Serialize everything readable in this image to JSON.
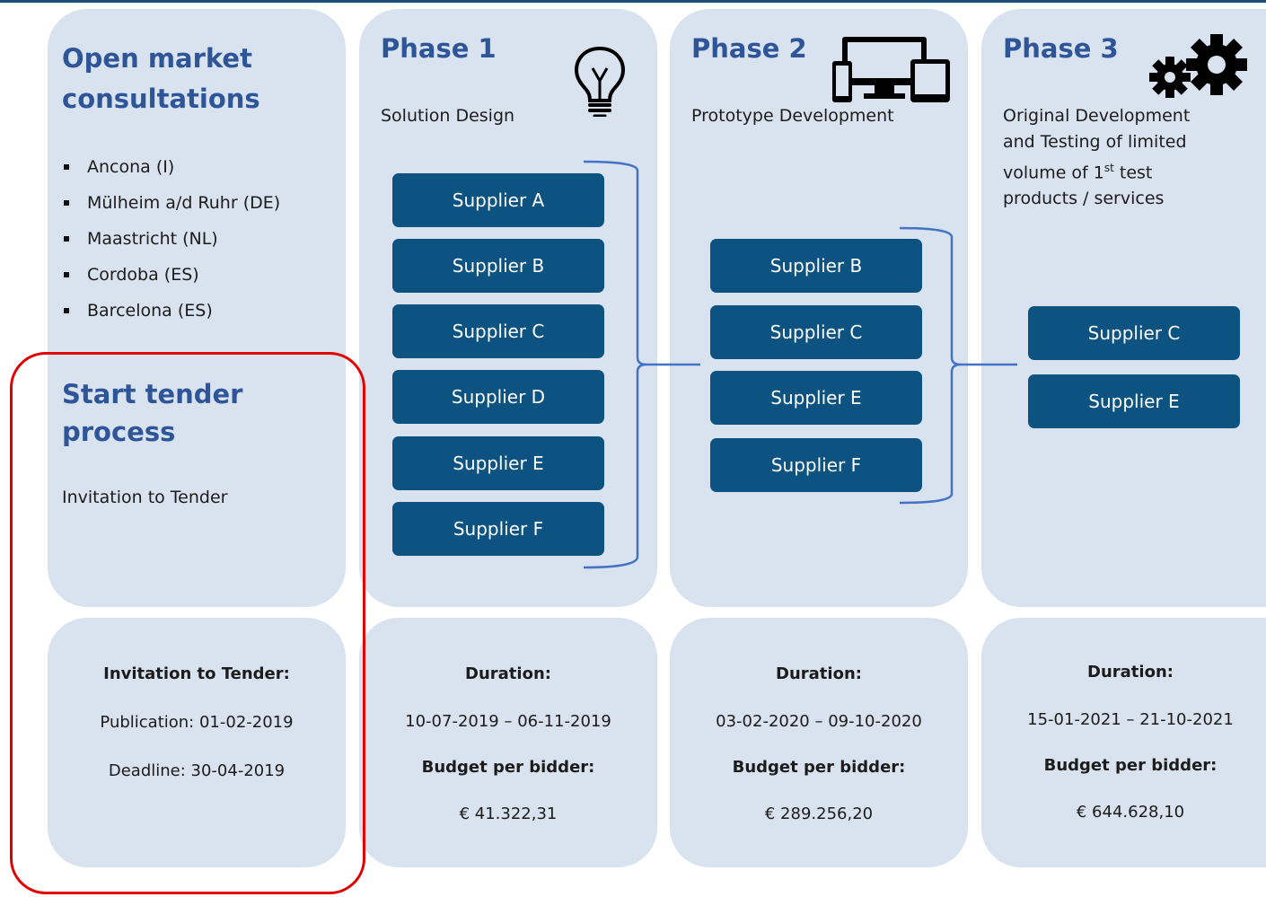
{
  "consultations": {
    "title_line1": "Open market",
    "title_line2": "consultations",
    "locations": [
      "Ancona (I)",
      "Mülheim a/d Ruhr (DE)",
      "Maastricht (NL)",
      "Cordoba (ES)",
      "Barcelona (ES)"
    ]
  },
  "tender": {
    "title_line1": "Start tender",
    "title_line2": "process",
    "subtitle": "Invitation to Tender",
    "info_heading": "Invitation to Tender:",
    "publication": "Publication: 01-02-2019",
    "deadline": "Deadline: 30-04-2019"
  },
  "phases": [
    {
      "title": "Phase 1",
      "description": "Solution Design",
      "icon": "lightbulb-icon",
      "suppliers": [
        "Supplier A",
        "Supplier B",
        "Supplier C",
        "Supplier D",
        "Supplier E",
        "Supplier F"
      ],
      "duration_label": "Duration:",
      "duration": "10-07-2019 – 06-11-2019",
      "budget_label": "Budget per bidder:",
      "budget": "€ 41.322,31"
    },
    {
      "title": "Phase 2",
      "description": "Prototype Development",
      "icon": "devices-icon",
      "suppliers": [
        "Supplier B",
        "Supplier C",
        "Supplier E",
        "Supplier F"
      ],
      "duration_label": "Duration:",
      "duration": "03-02-2020 – 09-10-2020",
      "budget_label": "Budget per bidder:",
      "budget": "€ 289.256,20"
    },
    {
      "title": "Phase 3",
      "description_l1": "Original Development",
      "description_l2": "and Testing of limited",
      "description_l3a": "volume of 1",
      "description_l3sup": "st",
      "description_l3b": " test",
      "description_l4": "products / services",
      "icon": "gears-icon",
      "suppliers": [
        "Supplier C",
        "Supplier E"
      ],
      "duration_label": "Duration:",
      "duration": "15-01-2021 – 21-10-2021",
      "budget_label": "Budget per bidder:",
      "budget": "€ 644.628,10"
    }
  ],
  "colors": {
    "card_bg": "#d9e2ef",
    "title": "#2e5597",
    "supplier_box": "#0d5382",
    "bracket": "#4472c4",
    "highlight_border": "#e00000"
  }
}
